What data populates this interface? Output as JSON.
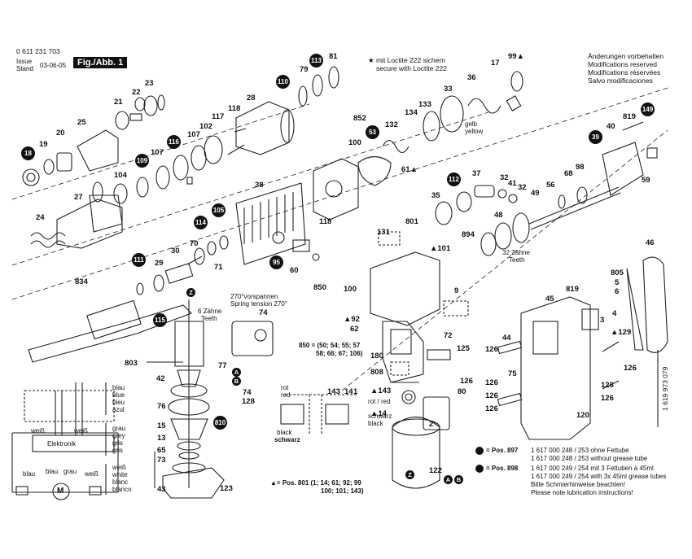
{
  "header": {
    "part_number": "0 611 231 703",
    "issue_label": "Issue",
    "stand_label": "Stand",
    "issue_date": "03-06-05",
    "fig_label": "Fig./Abb. 1"
  },
  "loctite_note": {
    "line1": "★ mit Loctite 222 sichern",
    "line2": "secure with Loctite 222"
  },
  "reserved_notes": [
    "Änderungen vorbehalten",
    "Modifications reserved",
    "Modifications réservées",
    "Salvo modificaciones"
  ],
  "doc_number": "1 619 973 079",
  "part_labels": [
    {
      "id": "p81",
      "text": "81"
    },
    {
      "id": "p79",
      "text": "79"
    },
    {
      "id": "p28",
      "text": "28"
    },
    {
      "id": "p23",
      "text": "23"
    },
    {
      "id": "p22",
      "text": "22"
    },
    {
      "id": "p21",
      "text": "21"
    },
    {
      "id": "p25",
      "text": "25"
    },
    {
      "id": "p20",
      "text": "20"
    },
    {
      "id": "p19",
      "text": "19"
    },
    {
      "id": "p117",
      "text": "117"
    },
    {
      "id": "p118a",
      "text": "118"
    },
    {
      "id": "p102",
      "text": "102"
    },
    {
      "id": "p107a",
      "text": "107"
    },
    {
      "id": "p107b",
      "text": "107"
    },
    {
      "id": "p104",
      "text": "104"
    },
    {
      "id": "p27",
      "text": "27"
    },
    {
      "id": "p24",
      "text": "24"
    },
    {
      "id": "p38",
      "text": "38"
    },
    {
      "id": "p118b",
      "text": "118"
    },
    {
      "id": "p852",
      "text": "852"
    },
    {
      "id": "p100",
      "text": "100"
    },
    {
      "id": "p132",
      "text": "132"
    },
    {
      "id": "p134",
      "text": "134"
    },
    {
      "id": "p133",
      "text": "133"
    },
    {
      "id": "p33",
      "text": "33"
    },
    {
      "id": "p36",
      "text": "36"
    },
    {
      "id": "p17",
      "text": "17"
    },
    {
      "id": "p99",
      "text": "99▲"
    },
    {
      "id": "p61",
      "text": "61▲"
    },
    {
      "id": "p819a",
      "text": "819"
    },
    {
      "id": "p40",
      "text": "40"
    },
    {
      "id": "p59",
      "text": "59"
    },
    {
      "id": "p98",
      "text": "98"
    },
    {
      "id": "p68",
      "text": "68"
    },
    {
      "id": "p56",
      "text": "56"
    },
    {
      "id": "p49",
      "text": "49"
    },
    {
      "id": "p32",
      "text": "32"
    },
    {
      "id": "p41",
      "text": "41"
    },
    {
      "id": "p32b",
      "text": "32"
    },
    {
      "id": "p37",
      "text": "37"
    },
    {
      "id": "p35",
      "text": "35"
    },
    {
      "id": "p48",
      "text": "48"
    },
    {
      "id": "p801",
      "text": "801"
    },
    {
      "id": "p131",
      "text": "131"
    },
    {
      "id": "p101",
      "text": "▲101"
    },
    {
      "id": "p894",
      "text": "894"
    },
    {
      "id": "p30",
      "text": "30"
    },
    {
      "id": "p29",
      "text": "29"
    },
    {
      "id": "p70",
      "text": "70"
    },
    {
      "id": "p71",
      "text": "71"
    },
    {
      "id": "p60",
      "text": "60"
    },
    {
      "id": "p834",
      "text": "834"
    },
    {
      "id": "p46",
      "text": "46"
    },
    {
      "id": "p805",
      "text": "805"
    },
    {
      "id": "p5",
      "text": "5"
    },
    {
      "id": "p6",
      "text": "6"
    },
    {
      "id": "p850",
      "text": "850"
    },
    {
      "id": "p100b",
      "text": "100"
    },
    {
      "id": "p92",
      "text": "▲92"
    },
    {
      "id": "p62",
      "text": "62"
    },
    {
      "id": "p9",
      "text": "9"
    },
    {
      "id": "p819b",
      "text": "819"
    },
    {
      "id": "p45",
      "text": "45"
    },
    {
      "id": "p4",
      "text": "4"
    },
    {
      "id": "p3",
      "text": "3"
    },
    {
      "id": "p129",
      "text": "▲129"
    },
    {
      "id": "p74",
      "text": "74"
    },
    {
      "id": "p72",
      "text": "72"
    },
    {
      "id": "p125",
      "text": "125"
    },
    {
      "id": "p180",
      "text": "180"
    },
    {
      "id": "p808",
      "text": "808"
    },
    {
      "id": "p44",
      "text": "44"
    },
    {
      "id": "p126a",
      "text": "126"
    },
    {
      "id": "p126b",
      "text": "126"
    },
    {
      "id": "p803",
      "text": "803"
    },
    {
      "id": "p42",
      "text": "42"
    },
    {
      "id": "p77",
      "text": "77"
    },
    {
      "id": "p74b",
      "text": "74"
    },
    {
      "id": "p128",
      "text": "128"
    },
    {
      "id": "p76",
      "text": "76"
    },
    {
      "id": "p15",
      "text": "15"
    },
    {
      "id": "p13",
      "text": "13"
    },
    {
      "id": "p65",
      "text": "65"
    },
    {
      "id": "p73",
      "text": "73"
    },
    {
      "id": "p43",
      "text": "43"
    },
    {
      "id": "p123",
      "text": "123"
    },
    {
      "id": "p143a",
      "text": "143"
    },
    {
      "id": "p14a",
      "text": "14"
    },
    {
      "id": "p1",
      "text": "1"
    },
    {
      "id": "p143b",
      "text": "▲143"
    },
    {
      "id": "p14b",
      "text": "▲14"
    },
    {
      "id": "p126c",
      "text": "126"
    },
    {
      "id": "p80",
      "text": "80"
    },
    {
      "id": "p2",
      "text": "2"
    },
    {
      "id": "p122",
      "text": "122"
    },
    {
      "id": "p75",
      "text": "75"
    },
    {
      "id": "p126d",
      "text": "126"
    },
    {
      "id": "p126e",
      "text": "126"
    },
    {
      "id": "p120",
      "text": "120"
    },
    {
      "id": "p126f",
      "text": "126"
    },
    {
      "id": "p126g",
      "text": "126"
    },
    {
      "id": "p126h",
      "text": "126"
    }
  ],
  "badges": [
    {
      "id": "b113",
      "text": "113"
    },
    {
      "id": "b110",
      "text": "110"
    },
    {
      "id": "b18",
      "text": "18"
    },
    {
      "id": "b109",
      "text": "109"
    },
    {
      "id": "b116",
      "text": "116"
    },
    {
      "id": "b53",
      "text": "53"
    },
    {
      "id": "b149",
      "text": "149"
    },
    {
      "id": "b39",
      "text": "39"
    },
    {
      "id": "b112",
      "text": "112"
    },
    {
      "id": "b105",
      "text": "105"
    },
    {
      "id": "b114",
      "text": "114"
    },
    {
      "id": "b95",
      "text": "95"
    },
    {
      "id": "b111",
      "text": "111"
    },
    {
      "id": "b115",
      "text": "115"
    },
    {
      "id": "b810",
      "text": "810"
    }
  ],
  "annotations": {
    "gelb": "gelb",
    "yellow": "yellow",
    "zahne32_de": "32 Zähne",
    "zahne32_en": "Teeth",
    "zahne6_de": "6 Zähne",
    "zahne6_en": "Teeth",
    "tension_de": "270°vorspannen",
    "tension_en": "Spring tension 270°",
    "pos850": "850 = (50; 54; 55; 57",
    "pos850b": "58; 66; 67; 106)",
    "pos801": "▲= Pos. 801 (1; 14; 61; 92; 99",
    "pos801b": "100; 101; 143)",
    "rot": "rot",
    "red": "red",
    "black": "black",
    "schwarz": "schwarz",
    "rot_red": "rot / red",
    "schwarz_black": "schwarz",
    "black2": "black",
    "elektronik": "Elektronik",
    "weiss_l": "weiß",
    "weiss_r": "weiß",
    "blau_l": "blau",
    "blau_b": "blau",
    "grau_b": "grau",
    "weiss_b": "weiß",
    "motor": "M"
  },
  "wire_colors": [
    {
      "id": "blue_block",
      "lines": [
        "blau",
        "blue",
        "bleu",
        "azul"
      ]
    },
    {
      "id": "grey_block",
      "lines": [
        "grau",
        "grey",
        "gris",
        "gris"
      ]
    },
    {
      "id": "white_block",
      "lines": [
        "weiß",
        "white",
        "blanc",
        "blanco"
      ]
    }
  ],
  "lubrication": {
    "row897_pos": "= Pos. 897",
    "row897_de": "1 617 000 248 / 253 ohne Fettube",
    "row897_en": "1 617 000 248 / 253 without grease tube",
    "row898_pos": "= Pos. 898",
    "row898_de": "1 617 000 249 / 254 mit 3 Fettuben à 45ml",
    "row898_en": "1 617 000 249 / 254 with 3x 45ml grease tubes",
    "note_de": "Bitte Schmierhinweise beachten!",
    "note_en": "Please note lubrication instructions!"
  }
}
